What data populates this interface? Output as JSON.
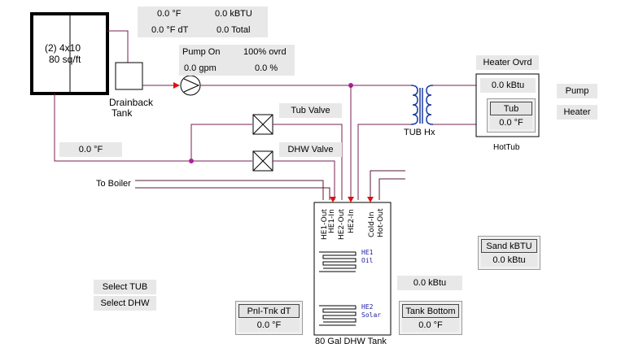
{
  "collector": {
    "line1": "(2) 4x10",
    "line2": "80 sq/ft"
  },
  "collector_readouts": {
    "temp": "0.0 °F",
    "energy": "0.0 kBTU",
    "temp_dt": "0.0 °F dT",
    "total": "0.0 Total"
  },
  "drainback": {
    "line1": "Drainback",
    "line2": "Tank"
  },
  "pump": {
    "status": "Pump On",
    "override": "100% ovrd",
    "flow": "0.0 gpm",
    "percent": "0.0 %"
  },
  "heat_exchanger": {
    "label": "TUB Hx"
  },
  "hottub": {
    "override_label": "Heater Ovrd",
    "energy": "0.0 kBtu",
    "gauge_title": "Tub",
    "gauge_value": "0.0 °F",
    "label": "HotTub",
    "pump_button": "Pump",
    "heater_button": "Heater"
  },
  "valves": {
    "tub": "Tub Valve",
    "dhw": "DHW Valve"
  },
  "return_temp": "0.0 °F",
  "to_boiler": "To Boiler",
  "tank": {
    "ports": [
      "HE1-Out",
      "HE1-In",
      "HE2-Out",
      "HE2-In",
      "Cold-In",
      "Hot-Out"
    ],
    "he1_line1": "HE1",
    "he1_line2": "Oil",
    "he2_line1": "HE2",
    "he2_line2": "Solar",
    "label": "80 Gal DHW Tank"
  },
  "sand": {
    "title": "Sand kBTU",
    "value": "0.0 kBtu"
  },
  "tank_energy": "0.0 kBtu",
  "pnl_tnk": {
    "title": "Pnl-Tnk dT",
    "value": "0.0 °F"
  },
  "tank_bottom": {
    "title": "Tank Bottom",
    "value": "0.0 °F"
  },
  "select_buttons": {
    "tub": "Select TUB",
    "dhw": "Select DHW"
  },
  "colors": {
    "pipe": "#7a2050",
    "pipe_dark": "#5a1a3a",
    "junction": "#b0209a",
    "arrow": "#e01010",
    "hx_coil": "#1a3aa0"
  }
}
